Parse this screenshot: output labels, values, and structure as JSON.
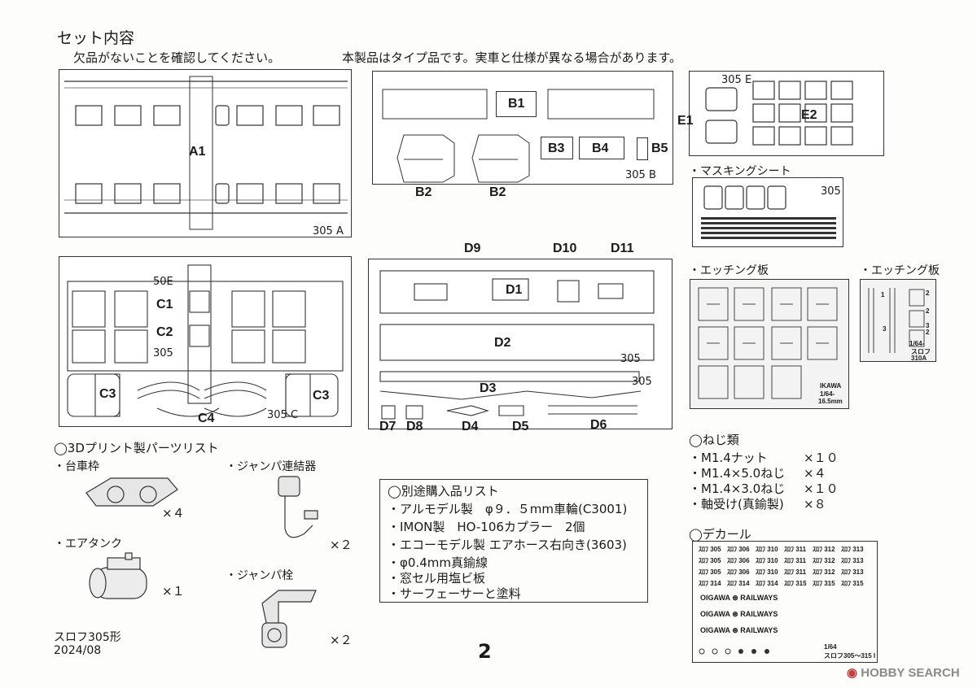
{
  "header": {
    "title": "セット内容",
    "check_notice": "欠品がないことを確認してください。",
    "type_notice": "本製品はタイプ品です。実車と仕様が異なる場合があります。"
  },
  "sprues": {
    "A": {
      "code": "305 A",
      "labels": [
        "A1"
      ]
    },
    "B": {
      "code": "305 B",
      "labels": [
        "B1",
        "B2",
        "B2",
        "B3",
        "B4",
        "B5"
      ]
    },
    "E": {
      "code": "305 E",
      "labels": [
        "E1",
        "E2"
      ]
    },
    "C": {
      "code_top": "50E",
      "code_mid": "305",
      "code_side": "305 C",
      "labels": [
        "C1",
        "C2",
        "C3",
        "C3",
        "C4"
      ]
    },
    "D": {
      "code": "305",
      "code2": "305",
      "labels": [
        "D9",
        "D10",
        "D11",
        "D1",
        "D2",
        "D3",
        "D7",
        "D8",
        "D4",
        "D5",
        "D6"
      ]
    }
  },
  "masking_sheet": {
    "title": "・マスキングシート",
    "code": "305"
  },
  "etching": [
    {
      "title": "・エッチング板",
      "mark1": "IKAWA",
      "mark2": "1/64-",
      "mark3": "16.5mm"
    },
    {
      "title": "・エッチング板",
      "mark1": "1/64-",
      "mark2": "スロフ",
      "mark3": "310A",
      "nums": [
        "1",
        "2",
        "2",
        "3",
        "3",
        "2"
      ]
    }
  ],
  "print_parts": {
    "title": "◯3Dプリント製パーツリスト",
    "items": [
      {
        "name": "・台車枠",
        "qty": "×４"
      },
      {
        "name": "・ジャンパ連結器",
        "qty": "×２"
      },
      {
        "name": "・エアタンク",
        "qty": "×１"
      },
      {
        "name": "・ジャンパ栓",
        "qty": "×２"
      }
    ]
  },
  "separate_purchase": {
    "title": "◯別途購入品リスト",
    "items": [
      "・アルモデル製　φ９．５mm車輪(C3001)",
      "・IMON製　HO-106カプラー　2個",
      "・エコーモデル製 エアホース右向き(3603)",
      "・φ0.4mm真鍮線",
      "・窓セル用塩ビ板",
      "・サーフェーサーと塗料"
    ]
  },
  "screws": {
    "title": "◯ねじ類",
    "items": [
      {
        "name": "・M1.4ナット",
        "qty": "×１０"
      },
      {
        "name": "・M1.4×5.0ねじ",
        "qty": "×４"
      },
      {
        "name": "・M1.4×3.0ねじ",
        "qty": "×１０"
      },
      {
        "name": "・軸受け(真鍮製)",
        "qty": "×８"
      }
    ]
  },
  "decal": {
    "title": "◯デカール",
    "rows": [
      [
        "ｽﾛﾌ 305",
        "ｽﾛﾌ 306",
        "ｽﾛﾌ 310",
        "ｽﾛﾌ 311",
        "ｽﾛﾌ 312",
        "ｽﾛﾌ 313"
      ],
      [
        "ｽﾛﾌ 305",
        "ｽﾛﾌ 306",
        "ｽﾛﾌ 310",
        "ｽﾛﾌ 311",
        "ｽﾛﾌ 312",
        "ｽﾛﾌ 313"
      ],
      [
        "ｽﾛﾌ 305",
        "ｽﾛﾌ 306",
        "ｽﾛﾌ 310",
        "ｽﾛﾌ 311",
        "ｽﾛﾌ 312",
        "ｽﾛﾌ 313"
      ],
      [
        "ｽﾛﾌ 314",
        "ｽﾛﾌ 314",
        "ｽﾛﾌ 314",
        "ｽﾛﾌ 315",
        "ｽﾛﾌ 315",
        "ｽﾛﾌ 315"
      ]
    ],
    "logo_left": "OIGAWA",
    "logo_right": "RAILWAYS",
    "scale": "1/64",
    "model": "スロフ305～315 I"
  },
  "footer": {
    "model_name": "スロフ305形",
    "date": "2024/08",
    "page_number": "2"
  },
  "watermark": {
    "text": "HOBBY SEARCH"
  }
}
